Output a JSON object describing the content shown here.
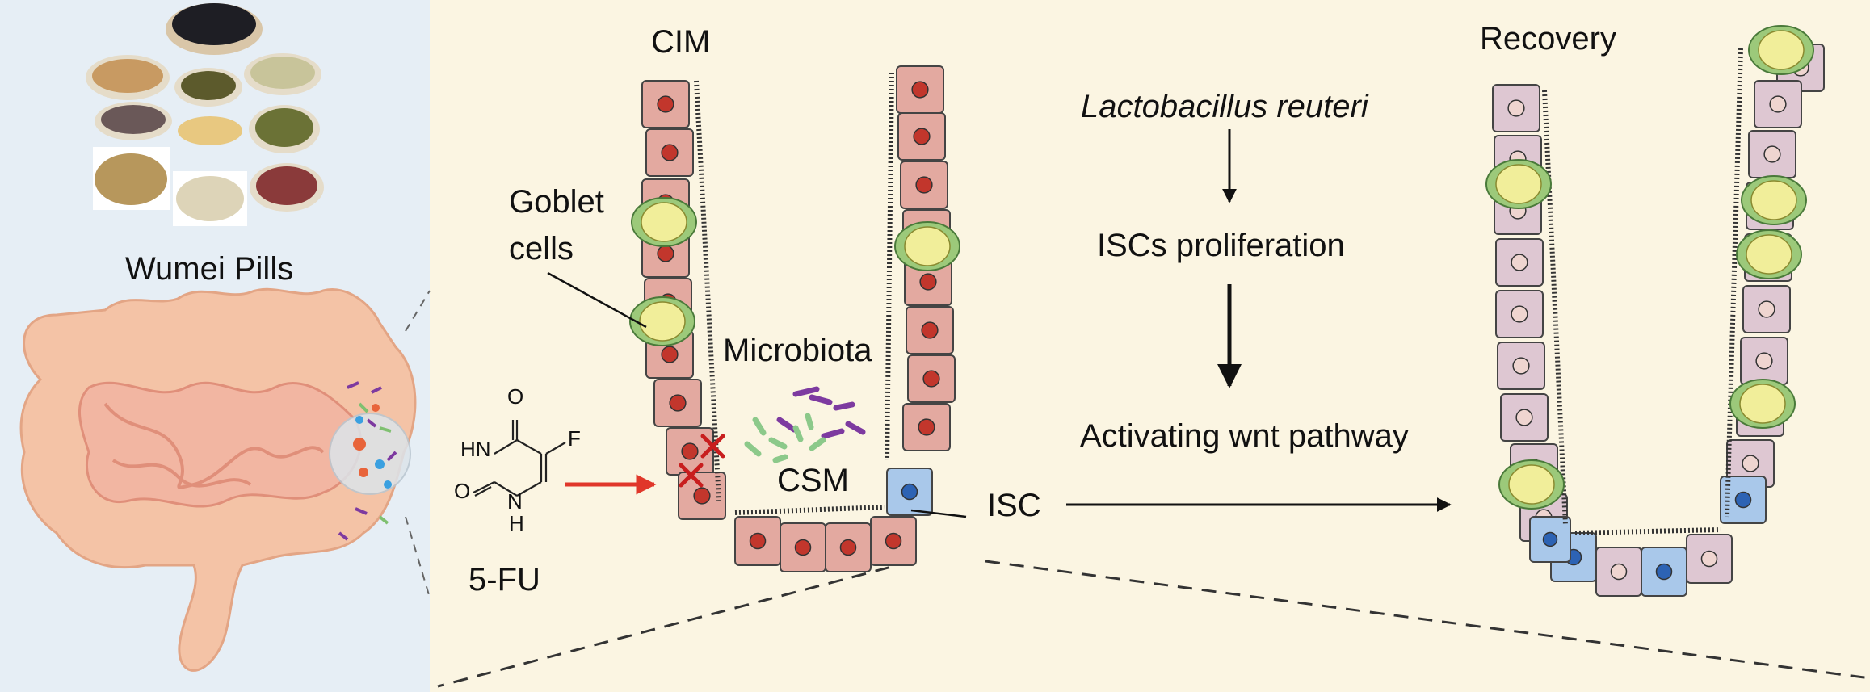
{
  "labels": {
    "herb_name": "Wumei",
    "herb_suffix": "Pills",
    "cim": "CIM",
    "recovery": "Recovery",
    "goblet_line1": "Goblet",
    "goblet_line2": "cells",
    "microbiota": "Microbiota",
    "csm": "CSM",
    "isc": "ISC",
    "drug": "5-FU",
    "step1": "Lactobacillus reuteri",
    "step2": "ISCs proliferation",
    "step3": "Activating wnt pathway"
  },
  "molecule": {
    "atoms": [
      "O",
      "F",
      "HN",
      "O",
      "N",
      "H"
    ]
  },
  "colors": {
    "left_background": "#e6eef5",
    "right_background": "#fbf5e2",
    "damaged_cell": "#e3a9a0",
    "damaged_nucleus": "#c2362c",
    "healthy_cell": "#dec7d2",
    "healthy_nucleus": "#efd5d0",
    "stem_cell": "#a9c8ea",
    "stem_nucleus": "#2d63b4",
    "goblet_green": "#9cc97a",
    "goblet_yellow": "#f1ee9a",
    "drug_arrow": "#e0372a",
    "damage_mark": "#c81e1e",
    "microbe_purple": "#7d3aa0",
    "microbe_green": "#8cc98a"
  }
}
